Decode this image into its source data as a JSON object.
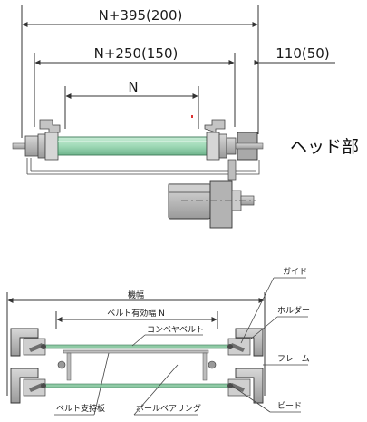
{
  "head_view": {
    "dim_overall": "N+395(200)",
    "dim_frame": "N+250(150)",
    "dim_belt": "N",
    "dim_side": "110(50)",
    "head_label": "ヘッド部"
  },
  "cross_section": {
    "machine_width": "機幅",
    "effective_width": "ベルト有効幅 N",
    "conveyor_belt": "コンベヤベルト",
    "belt_support_plate": "ベルト支持板",
    "ball_bearing": "ボールベアリング",
    "guide": "ガイド",
    "holder": "ホルダー",
    "frame": "フレーム",
    "bead": "ビード"
  },
  "colors": {
    "roller": "#9fd9b6",
    "roller_dark": "#6fb48d",
    "metal": "#b9b9b9",
    "metal_dark": "#8a8a8a",
    "line": "#333333"
  }
}
